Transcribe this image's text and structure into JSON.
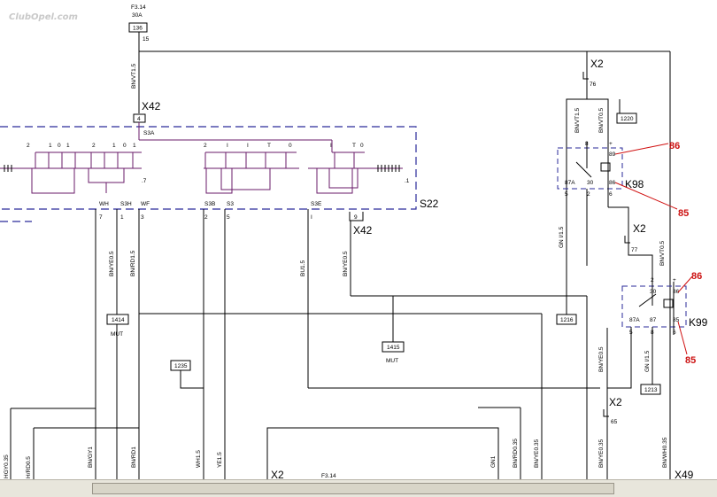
{
  "logo": "ClubOpel.com",
  "fuse": {
    "name": "F3.14",
    "rating": "30A",
    "box": "136",
    "pin": "15"
  },
  "connectors": {
    "x42_top": "X42",
    "x42_top_pin": "4",
    "x42_bottom": "X42",
    "x2_top": "X2",
    "x2_top_pin": "76",
    "x2_mid": "X2",
    "x2_mid_pin": "77",
    "x2_low": "X2",
    "x2_low_pin": "65",
    "x2_bottom": "X2",
    "x49": "X49"
  },
  "switch": {
    "name": "S22",
    "pin_s3a": "S3A",
    "positions_left": [
      "2",
      "1",
      "0",
      "1",
      "2",
      "1",
      "0",
      "1"
    ],
    "positions_mid": [
      "2",
      "I",
      "I",
      "T",
      "0"
    ],
    "positions_right": [
      "I",
      "T",
      "0"
    ],
    "marker_left": ".7",
    "marker_right": ".1",
    "terminals": [
      "WH",
      "S3H",
      "WF",
      "S3B",
      "S3",
      "S3E"
    ],
    "pins": [
      "7",
      "1",
      "3",
      "2",
      "5",
      "I",
      "9"
    ]
  },
  "ground_boxes": {
    "g1414": "1414",
    "g1414_label": "MUT",
    "g1415": "1415",
    "g1415_label": "MUT",
    "g1235": "1235",
    "g1220": "1220",
    "g1216": "1216",
    "g1213": "1213"
  },
  "relay_k98": {
    "name": "K98",
    "pins": {
      "p8": "8",
      "plus": "+",
      "p89": "89",
      "p87a": "87A",
      "p30": "30",
      "p86": "86",
      "p2": "2",
      "p6": "6",
      "p5": "5"
    }
  },
  "relay_k99": {
    "name": "K99",
    "pins": {
      "p2": "2",
      "plus": "+",
      "p30": "30",
      "p86": "86",
      "p87a": "87A",
      "p87": "87",
      "p85": "85",
      "p5": "5",
      "p8": "8",
      "p6": "6"
    }
  },
  "annotations": {
    "k98_top": "86",
    "k98_bottom": "85",
    "k99_top": "86",
    "k99_bottom": "85"
  },
  "wire_labels": {
    "main": "BN/VT1.5",
    "k98_left": "BN/VT1.5",
    "k98_right": "BN/VT0.5",
    "s3h": "BN/YE0.5",
    "wf": "BN/RD1.5",
    "s3e": "BU1.5",
    "pin9": "BN/YE0.5",
    "gn1": "GN I/1.5",
    "k99_in": "BN/VT0.5",
    "gn_k99": "GN I/1.5",
    "bn_ye": "BN/YE0.5",
    "b_hgy": "HGY0.35",
    "b_hrd": "H/RD0.5",
    "b_bngy": "BN/GY1",
    "b_bnrd": "BN/RD1",
    "b_wh": "WH1.5",
    "b_ye": "YE1.5",
    "b_gn": "GN1",
    "b_bnrd035": "BN/RD0.35",
    "b_bnye035": "BN/YE0.35",
    "b_bnye035b": "BN/YE0.35",
    "b_bnwh": "BN/WH0.35"
  },
  "bottom_ref": "F3.14"
}
